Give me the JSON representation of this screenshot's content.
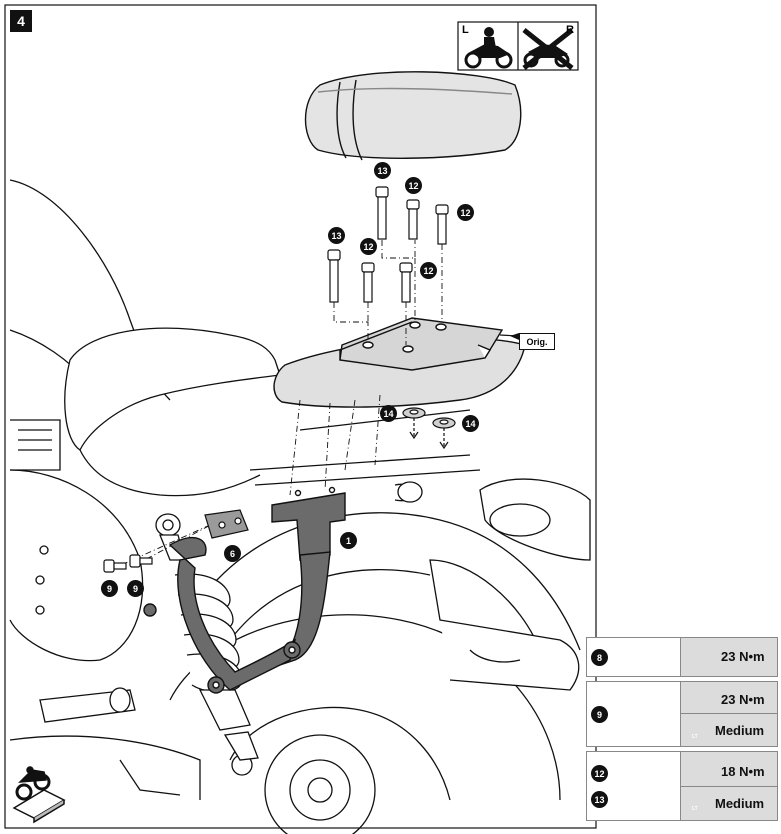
{
  "step_number": "4",
  "reference_label": "Orig.",
  "orientation_icons": {
    "left_label": "L",
    "right_label": "R"
  },
  "callouts": {
    "bracket": "1",
    "plate": "6",
    "bolt_9": "9",
    "bolt_12": "12",
    "bolt_13": "13",
    "washer_14": "14"
  },
  "specs": {
    "box1": {
      "part": "8",
      "torque": "23 N•m"
    },
    "box2": {
      "part": "9",
      "torque": "23 N•m",
      "threadlock": "Medium",
      "threadlock_tag": "LT"
    },
    "box3": {
      "parts": [
        "12",
        "13"
      ],
      "torque": "18 N•m",
      "threadlock": "Medium",
      "threadlock_tag": "LT"
    }
  },
  "colors": {
    "ink": "#111111",
    "part_fill": "#6b6b6b",
    "light_fill": "#e4e4e4",
    "spec_bg": "#dcdcdc"
  },
  "icons": [
    "wrench-torque-icon",
    "threadlock-bottle-icon",
    "motorcycle-rider-icon",
    "no-passenger-icon",
    "workstand-icon"
  ]
}
